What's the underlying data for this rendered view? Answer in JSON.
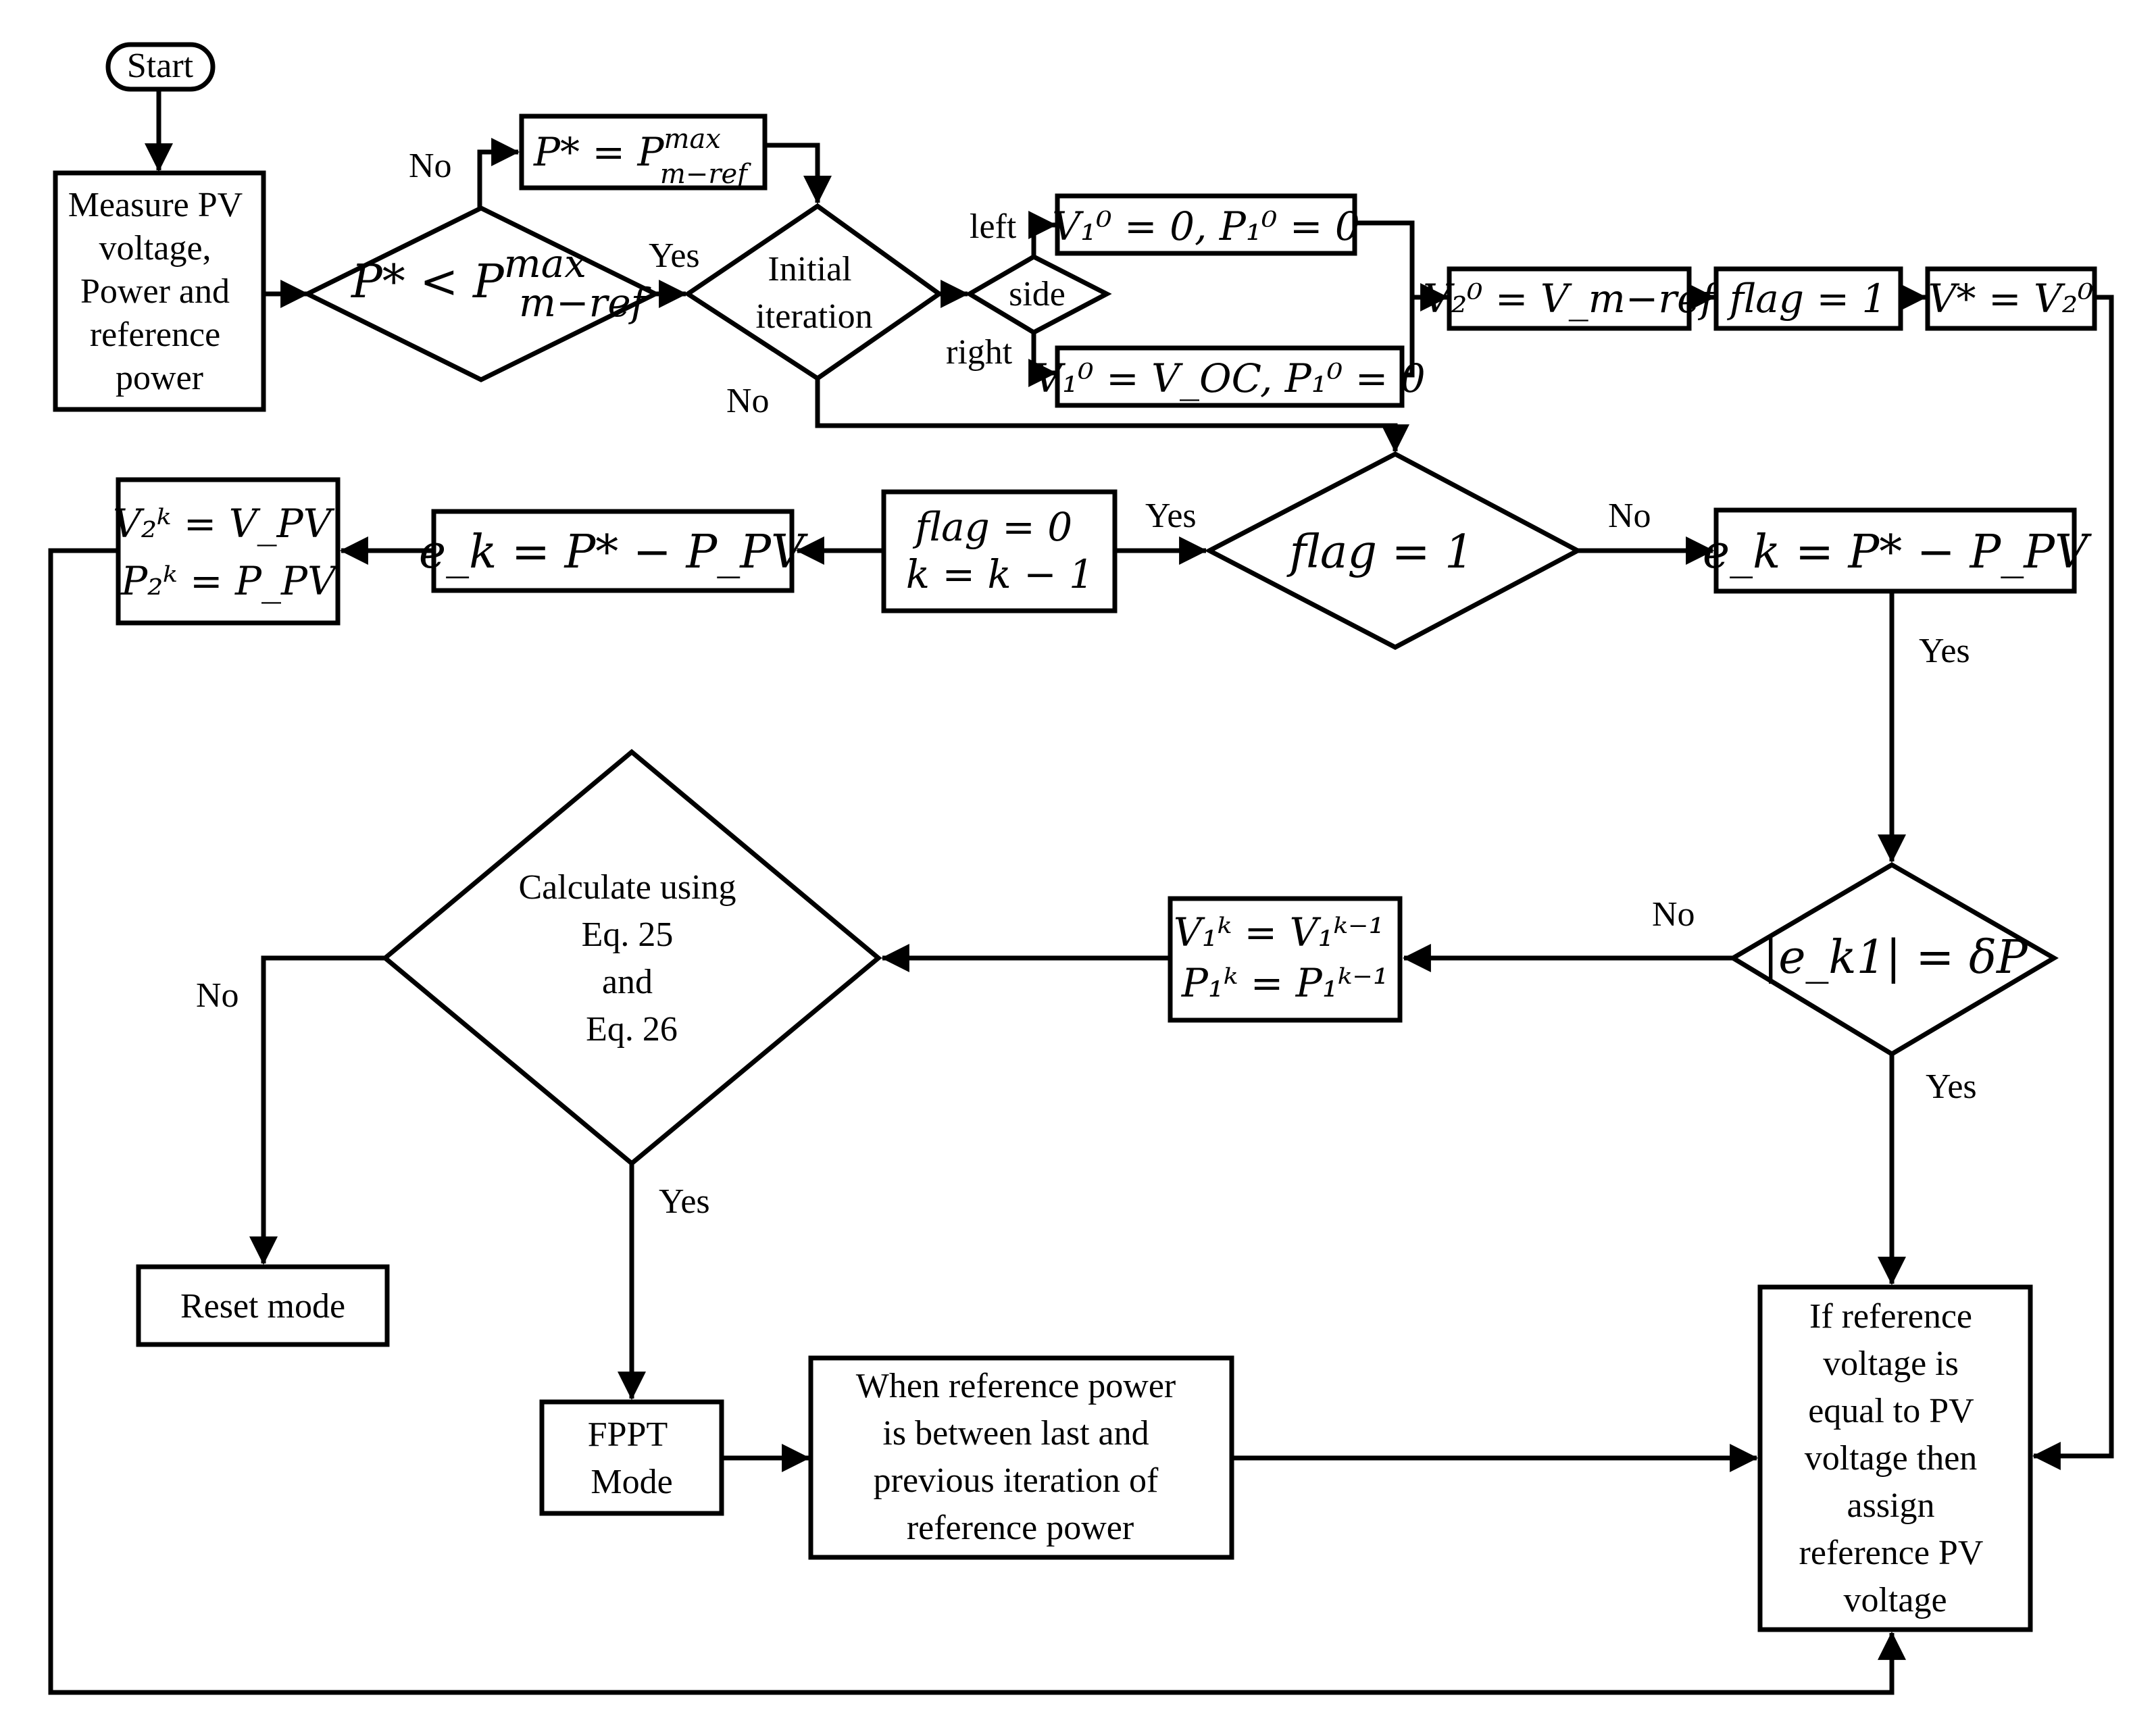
{
  "nodes": {
    "start": "Start",
    "measure": [
      "Measure PV",
      "voltage,",
      "Power and",
      "reference",
      "power"
    ],
    "cond_pmax": {
      "base": "P* < P",
      "sup": "max",
      "sub": "m−ref"
    },
    "set_pstar": {
      "base": "P* = P",
      "sup": "max",
      "sub": "m−ref"
    },
    "initial_iteration": [
      "Initial",
      "iteration"
    ],
    "side": "side",
    "left_init": "V₁⁰ = 0, P₁⁰ = 0",
    "right_init": "V₁⁰ = V_OC, P₁⁰ = 0",
    "v2_init": "V₂⁰ = V_m−ref",
    "flag_set": "flag = 1",
    "vstar": "V* = V₂⁰",
    "flag_check": "flag = 1",
    "flag_reset": [
      "flag = 0",
      "k = k − 1"
    ],
    "ek_left": "e_k = P* − P_PV",
    "v2k_update": [
      "V₂ᵏ = V_PV",
      "P₂ᵏ = P_PV"
    ],
    "ek_right": "e_k = P* − P_PV",
    "ek_check": "|e_k1| = δP",
    "v1k_update": [
      "V₁ᵏ = V₁ᵏ⁻¹",
      "P₁ᵏ = P₁ᵏ⁻¹"
    ],
    "calc_eq": [
      "Calculate using",
      "Eq. 25",
      "and",
      "Eq. 26"
    ],
    "reset_mode": "Reset mode",
    "fppt_mode": [
      "FPPT",
      "Mode"
    ],
    "when_ref": [
      "When reference power",
      "is between last and",
      "previous iteration of",
      "reference power"
    ],
    "if_ref": [
      "If reference",
      "voltage is",
      "equal to PV",
      "voltage then",
      "assign",
      "reference PV",
      "voltage"
    ]
  },
  "edge_labels": {
    "no_top": "No",
    "yes_cond": "Yes",
    "left": "left",
    "right": "right",
    "no_iter": "No",
    "yes_flag": "Yes",
    "no_flag": "No",
    "yes_ek": "Yes",
    "no_ekcheck": "No",
    "yes_ekcheck": "Yes",
    "no_calc": "No",
    "yes_calc": "Yes"
  }
}
